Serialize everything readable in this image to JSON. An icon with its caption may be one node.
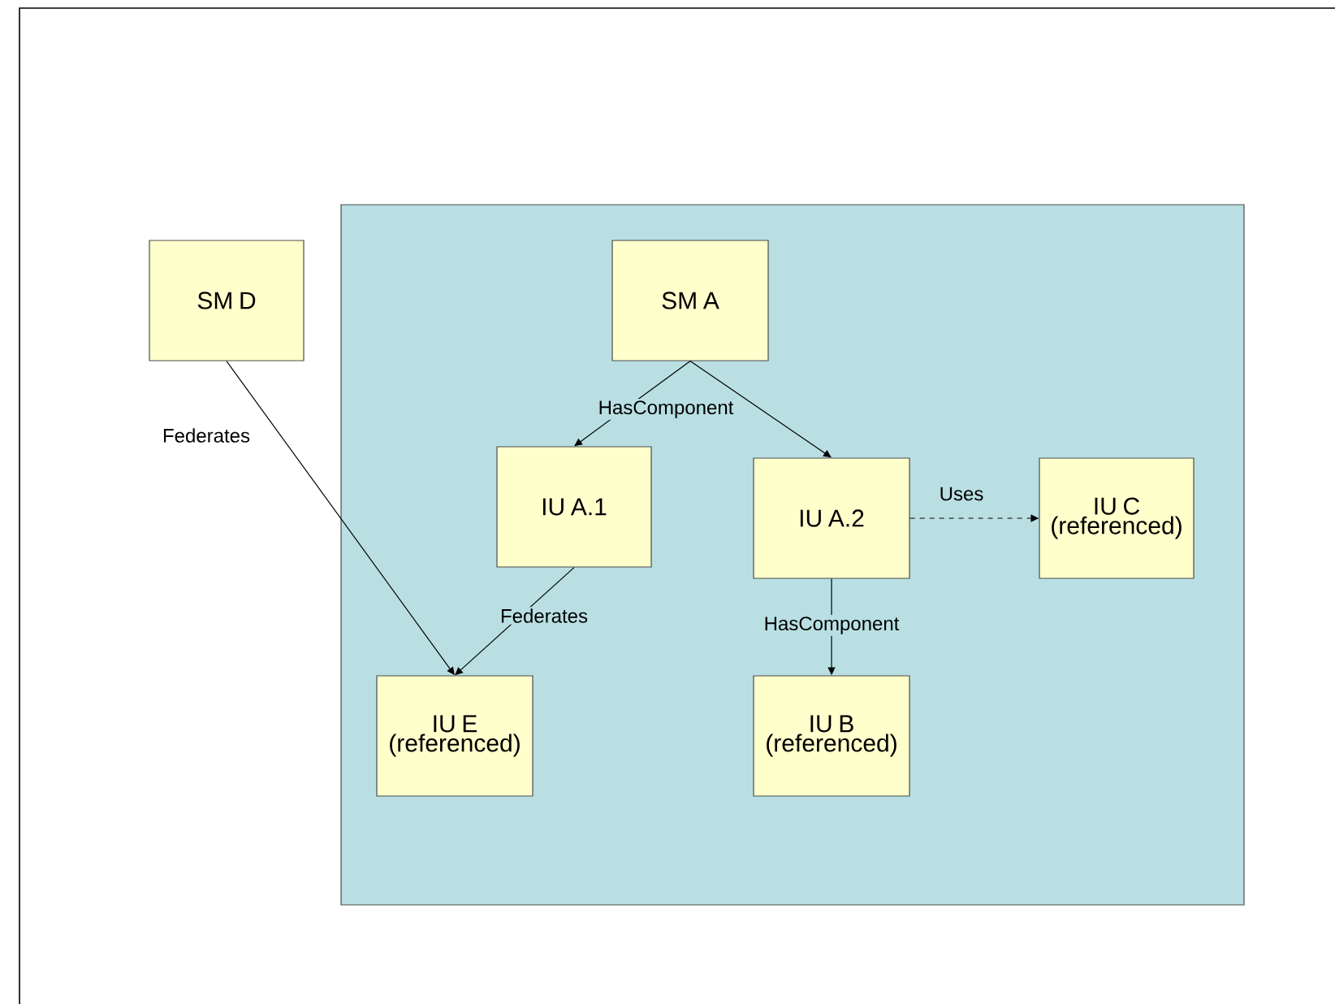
{
  "diagram": {
    "nodes": [
      {
        "text": [
          "SM D"
        ]
      },
      {
        "text": [],
        "shape": "box"
      },
      {
        "text": [
          "SM A"
        ],
        "in": 1
      },
      {
        "text": [
          "IU A.1"
        ],
        "in": 1
      },
      {
        "text": [
          "IU A.2"
        ],
        "in": 1
      },
      {
        "text": [
          "IU C (referenced)"
        ],
        "in": 1
      },
      {
        "text": [
          "IU E (referenced)"
        ],
        "in": 1
      },
      {
        "text": [
          "IU B (referenced)"
        ],
        "in": 1
      }
    ],
    "edges": [
      {
        "from": 0,
        "to": 6,
        "arrow": "to",
        "label": "Federates"
      },
      {
        "from": 2,
        "to": 3,
        "arrow": "to",
        "label": "HasComponent"
      },
      {
        "from": 2,
        "to": 4,
        "arrow": "to"
      },
      {
        "from": 3,
        "to": 6,
        "arrow": "to",
        "label": "Federates"
      },
      {
        "from": 4,
        "to": 5,
        "arrow": "to",
        "label": "Uses",
        "style": "dashed"
      },
      {
        "from": 4,
        "to": 7,
        "arrow": "to",
        "label": "HasComponent"
      }
    ]
  }
}
